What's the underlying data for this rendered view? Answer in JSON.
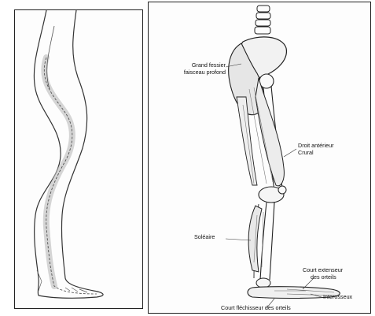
{
  "labels": {
    "grand_fessier_line1": "Grand fessier",
    "grand_fessier_line2": "faisceau profond",
    "droit_anterieur_line1": "Droit antérieur",
    "droit_anterieur_line2": "Crural",
    "soleaire": "Soléaire",
    "court_extenseur_line1": "Court extenseur",
    "court_extenseur_line2": "des orteils",
    "interosseux": "Interosseux",
    "court_flechisseur": "Court fléchisseur des orteils"
  }
}
